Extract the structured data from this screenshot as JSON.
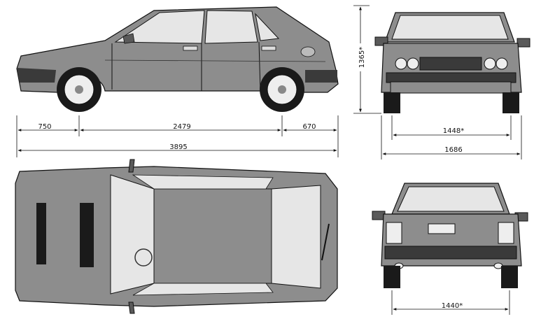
{
  "dimensions": {
    "front_overhang": "750",
    "wheelbase": "2479",
    "rear_overhang": "670",
    "overall_length": "3895",
    "height": "1365*",
    "front_track": "1448*",
    "overall_width": "1686",
    "rear_track": "1440*"
  },
  "colors": {
    "body": "#8d8d8d",
    "body_dark": "#5a5a5a",
    "glass": "#e6e6e6",
    "line": "#111111",
    "wheel": "#1a1a1a",
    "rim": "#eeeeee"
  },
  "icons": [
    "car-side-view",
    "car-front-view",
    "car-top-view",
    "car-rear-view"
  ]
}
